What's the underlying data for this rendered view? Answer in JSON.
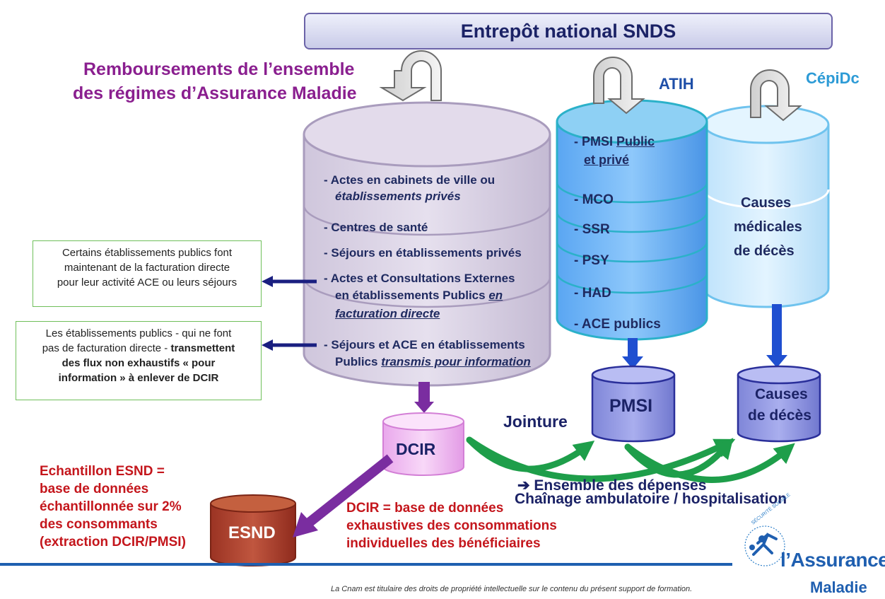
{
  "title": "Entrepôt national SNDS",
  "left_heading": [
    "Remboursements de l’ensemble",
    "des régimes d’Assurance Maladie"
  ],
  "atih_label": "ATIH",
  "cepidc_label": "CépiDc",
  "main_items": {
    "i1a": "- Actes en cabinets de ville ou",
    "i1b": "établissements privés",
    "i2": "- Centres de santé",
    "i3": "- Séjours en établissements privés",
    "i4a": "- Actes et Consultations Externes",
    "i4b": "en établissements Publics ",
    "i4c": "en",
    "i4d": "facturation directe",
    "i5a": "- Séjours et ACE en établissements",
    "i5b": "Publics ",
    "i5c": "transmis pour information"
  },
  "pmsi_items": {
    "p1a": "- PMSI ",
    "p1b": "Public",
    "p1c": "et privé",
    "p2": "- MCO",
    "p3": "- SSR",
    "p4": "- PSY",
    "p5": "- HAD",
    "p6": "- ACE publics"
  },
  "cepidc_text": [
    "Causes",
    "médicales",
    "de décès"
  ],
  "note1": [
    "Certains établissements publics font",
    "maintenant de la facturation directe",
    "pour leur activité ACE ou leurs séjours"
  ],
  "note2": {
    "a": "Les établissements publics - qui ne font",
    "b": "pas de facturation directe - ",
    "c": "transmettent",
    "d": "des flux non exhaustifs « pour",
    "e": "information » à enlever de DCIR"
  },
  "dcir_label": "DCIR",
  "pmsi_label": "PMSI",
  "causes_label": [
    "Causes",
    "de décès"
  ],
  "esnd_label": "ESND",
  "jointure_label": "Jointure",
  "ensemble_label": "➔ Ensemble des dépenses",
  "chainage_label": "Chaînage ambulatoire / hospitalisation",
  "esnd_text": [
    "Echantillon ESND =",
    "base de données",
    "échantillonnée sur 2%",
    "des consommants",
    "(extraction DCIR/PMSI)"
  ],
  "dcir_text": [
    "DCIR = base de données",
    "exhaustives des consommations",
    "individuelles des bénéficiaires"
  ],
  "footer_text": "La Cnam est titulaire des droits de propriété intellectuelle sur le contenu du présent support de formation.",
  "logo": {
    "top": "SÉCURITÉ SOCIALE",
    "line1": "l’Assurance",
    "line2": "Maladie"
  },
  "colors": {
    "purple_heading": "#8a1f8f",
    "dark_navy": "#1b2266",
    "red_text": "#c4161c",
    "arrow_blue": "#1f4fd0",
    "arrow_purple": "#7a2da0",
    "green": "#1e9e4a",
    "atih_blue": "#1f4fa8",
    "cepidc_blue": "#2d9bd6"
  }
}
